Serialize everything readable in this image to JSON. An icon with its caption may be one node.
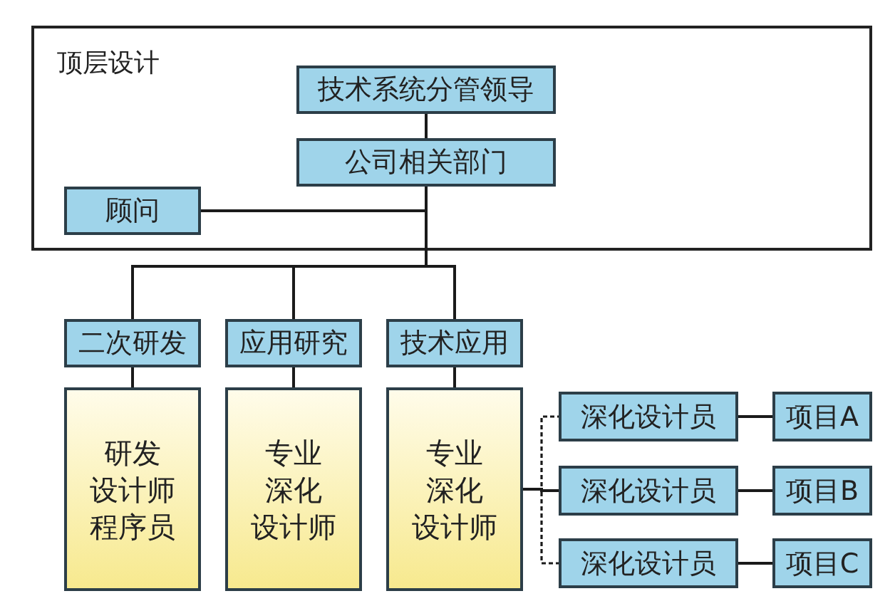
{
  "diagram": {
    "nodes": [
      {
        "text": [
          "顶层设计"
        ]
      },
      {
        "text": [
          "技术系统分管领导"
        ],
        "in": 0
      },
      {
        "text": [
          "公司相关部门"
        ],
        "in": 0
      },
      {
        "text": [
          "顾问"
        ],
        "in": 0
      },
      {
        "text": [
          "二次研发"
        ]
      },
      {
        "text": [
          "应用研究"
        ]
      },
      {
        "text": [
          "技术应用"
        ]
      },
      {
        "text": [
          "研发设计师程序员"
        ]
      },
      {
        "text": [
          "专业深化设计师"
        ]
      },
      {
        "text": [
          "专业深化设计师"
        ]
      },
      {
        "text": [
          "深化设计员"
        ]
      },
      {
        "text": [
          "项目A"
        ]
      },
      {
        "text": [
          "深化设计员"
        ]
      },
      {
        "text": [
          "项目B"
        ]
      },
      {
        "text": [
          "深化设计员"
        ]
      },
      {
        "text": [
          "项目C"
        ]
      }
    ],
    "edges": [
      {
        "from": 1,
        "to": 2,
        "arrow": "none"
      },
      {
        "from": 2,
        "to": 3,
        "arrow": "none"
      },
      {
        "from": 2,
        "to": 4,
        "arrow": "none"
      },
      {
        "from": 2,
        "to": 5,
        "arrow": "none"
      },
      {
        "from": 2,
        "to": 6,
        "arrow": "none"
      },
      {
        "from": 4,
        "to": 7,
        "arrow": "none"
      },
      {
        "from": 5,
        "to": 8,
        "arrow": "none"
      },
      {
        "from": 6,
        "to": 9,
        "arrow": "none"
      },
      {
        "from": 9,
        "to": 10,
        "arrow": "none",
        "style": "dashed"
      },
      {
        "from": 9,
        "to": 12,
        "arrow": "none"
      },
      {
        "from": 9,
        "to": 14,
        "arrow": "none",
        "style": "dashed"
      },
      {
        "from": 10,
        "to": 11,
        "arrow": "none"
      },
      {
        "from": 12,
        "to": 13,
        "arrow": "none"
      },
      {
        "from": 14,
        "to": 15,
        "arrow": "none"
      }
    ]
  }
}
